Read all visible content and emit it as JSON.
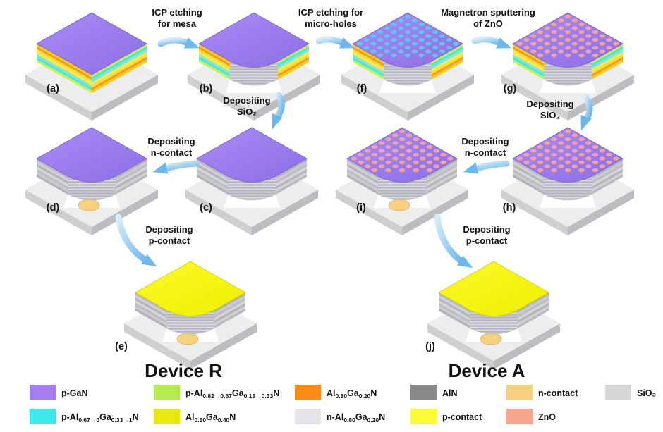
{
  "steps": {
    "s1": [
      "ICP etching",
      "for mesa"
    ],
    "s2": [
      "ICP etching for",
      "micro-holes"
    ],
    "s3": [
      "Magnetron sputtering",
      "of ZnO"
    ],
    "s4": [
      "Depositing",
      "SiO₂"
    ],
    "s5": [
      "Depositing",
      "n-contact"
    ],
    "s6": [
      "Depositing",
      "p-contact"
    ],
    "s7": [
      "Depositing",
      "SiO₂"
    ],
    "s8": [
      "Depositing",
      "n-contact"
    ],
    "s9": [
      "Depositing",
      "p-contact"
    ]
  },
  "panels": {
    "a": "(a)",
    "b": "(b)",
    "c": "(c)",
    "d": "(d)",
    "e": "(e)",
    "f": "(f)",
    "g": "(g)",
    "h": "(h)",
    "i": "(i)",
    "j": "(j)"
  },
  "devices": {
    "r": "Device R",
    "a": "Device A"
  },
  "legend": [
    {
      "color": "#a57ff2",
      "parts": [
        {
          "t": "p-GaN"
        }
      ]
    },
    {
      "color": "#b7ec52",
      "parts": [
        {
          "t": "p-Al"
        },
        {
          "t": "0.82→0.67",
          "sub": true
        },
        {
          "t": "Ga"
        },
        {
          "t": "0.18→0.33",
          "sub": true
        },
        {
          "t": "N"
        }
      ]
    },
    {
      "color": "#f98c16",
      "parts": [
        {
          "t": "Al"
        },
        {
          "t": "0.80",
          "sub": true
        },
        {
          "t": "Ga"
        },
        {
          "t": "0.20",
          "sub": true
        },
        {
          "t": "N"
        }
      ]
    },
    {
      "color": "#8a8a8a",
      "parts": [
        {
          "t": "AlN"
        }
      ]
    },
    {
      "color": "#f6d181",
      "parts": [
        {
          "t": "n-contact"
        }
      ]
    },
    {
      "color": "#d6d6d6",
      "parts": [
        {
          "t": "SiO₂"
        }
      ]
    },
    {
      "color": "#3fe8ea",
      "parts": [
        {
          "t": "p-Al"
        },
        {
          "t": "0.67→0",
          "sub": true
        },
        {
          "t": "Ga"
        },
        {
          "t": "0.33→1",
          "sub": true
        },
        {
          "t": "N"
        }
      ]
    },
    {
      "color": "#e8e812",
      "parts": [
        {
          "t": "Al"
        },
        {
          "t": "0.60",
          "sub": true
        },
        {
          "t": "Ga"
        },
        {
          "t": "0.40",
          "sub": true
        },
        {
          "t": "N"
        }
      ]
    },
    {
      "color": "#e4e4ea",
      "parts": [
        {
          "t": "n-Al"
        },
        {
          "t": "0.80",
          "sub": true
        },
        {
          "t": "Ga"
        },
        {
          "t": "0.20",
          "sub": true
        },
        {
          "t": "N"
        }
      ]
    },
    {
      "color": "#fcfc3a",
      "parts": [
        {
          "t": "p-contact"
        }
      ]
    },
    {
      "color": "#f7a58c",
      "parts": [
        {
          "t": "ZnO"
        }
      ]
    }
  ]
}
